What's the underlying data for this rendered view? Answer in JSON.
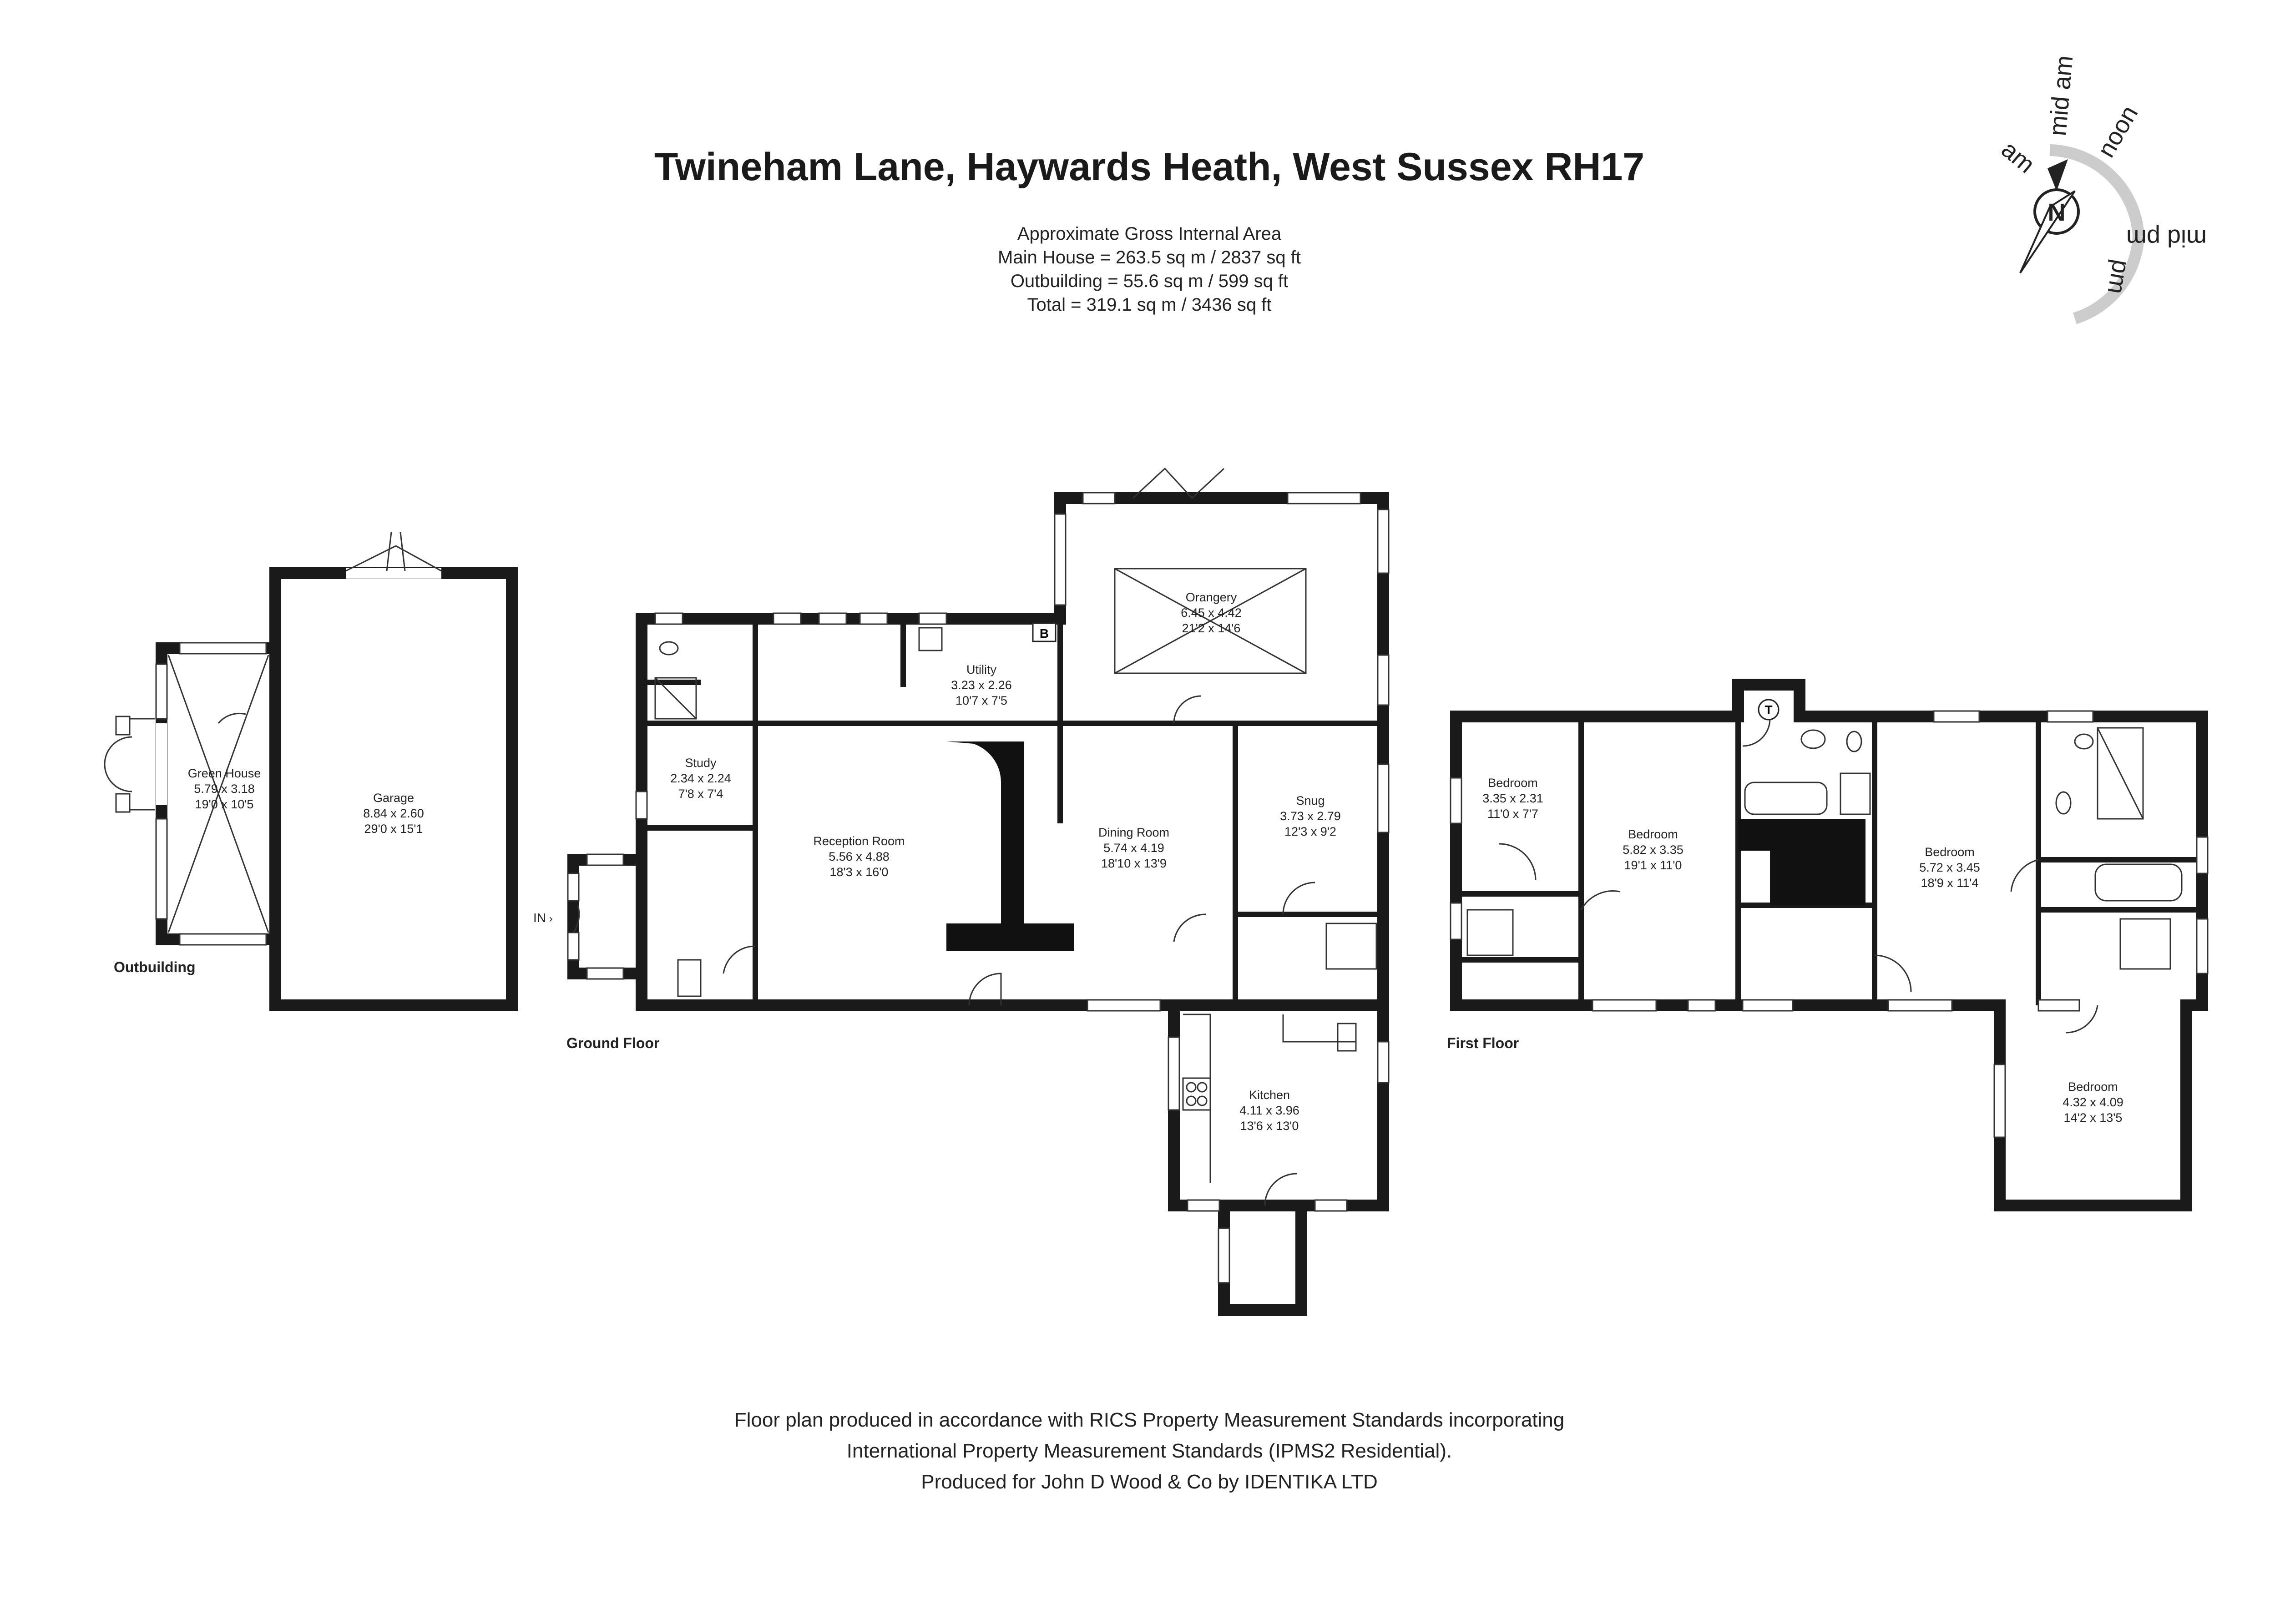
{
  "title": "Twineham Lane, Haywards Heath, West Sussex RH17",
  "area": {
    "heading": "Approximate Gross Internal Area",
    "main_house": "Main House = 263.5 sq m / 2837 sq ft",
    "outbuilding": "Outbuilding = 55.6 sq m / 599 sq ft",
    "total": "Total = 319.1 sq m / 3436 sq ft"
  },
  "compass": {
    "north": "N",
    "labels": [
      "am",
      "mid am",
      "noon",
      "mid pm",
      "pm"
    ]
  },
  "floors": {
    "outbuilding": "Outbuilding",
    "ground": "Ground Floor",
    "first": "First Floor"
  },
  "entrance": "IN",
  "fixtures": {
    "boiler": "B",
    "tank": "T"
  },
  "rooms": {
    "greenhouse": {
      "name": "Green House",
      "metric": "5.79 x 3.18",
      "imperial": "19'0 x 10'5"
    },
    "garage": {
      "name": "Garage",
      "metric": "8.84 x 2.60",
      "imperial": "29'0 x 15'1"
    },
    "study": {
      "name": "Study",
      "metric": "2.34 x 2.24",
      "imperial": "7'8 x 7'4"
    },
    "reception": {
      "name": "Reception Room",
      "metric": "5.56 x 4.88",
      "imperial": "18'3 x 16'0"
    },
    "utility": {
      "name": "Utility",
      "metric": "3.23 x 2.26",
      "imperial": "10'7 x 7'5"
    },
    "orangery": {
      "name": "Orangery",
      "metric": "6.45 x 4.42",
      "imperial": "21'2 x 14'6"
    },
    "dining": {
      "name": "Dining Room",
      "metric": "5.74 x 4.19",
      "imperial": "18'10 x 13'9"
    },
    "snug": {
      "name": "Snug",
      "metric": "3.73 x 2.79",
      "imperial": "12'3 x 9'2"
    },
    "kitchen": {
      "name": "Kitchen",
      "metric": "4.11 x 3.96",
      "imperial": "13'6 x 13'0"
    },
    "bed1": {
      "name": "Bedroom",
      "metric": "3.35 x 2.31",
      "imperial": "11'0 x 7'7"
    },
    "bed2": {
      "name": "Bedroom",
      "metric": "5.82 x 3.35",
      "imperial": "19'1 x 11'0"
    },
    "bed3": {
      "name": "Bedroom",
      "metric": "5.72 x 3.45",
      "imperial": "18'9 x 11'4"
    },
    "bed4": {
      "name": "Bedroom",
      "metric": "4.32 x 4.09",
      "imperial": "14'2 x 13'5"
    }
  },
  "footer": {
    "line1": "Floor plan produced in accordance with RICS Property Measurement Standards incorporating",
    "line2": "International Property Measurement Standards (IPMS2 Residential).",
    "line3": "Produced for John D Wood & Co by IDENTIKA LTD"
  }
}
